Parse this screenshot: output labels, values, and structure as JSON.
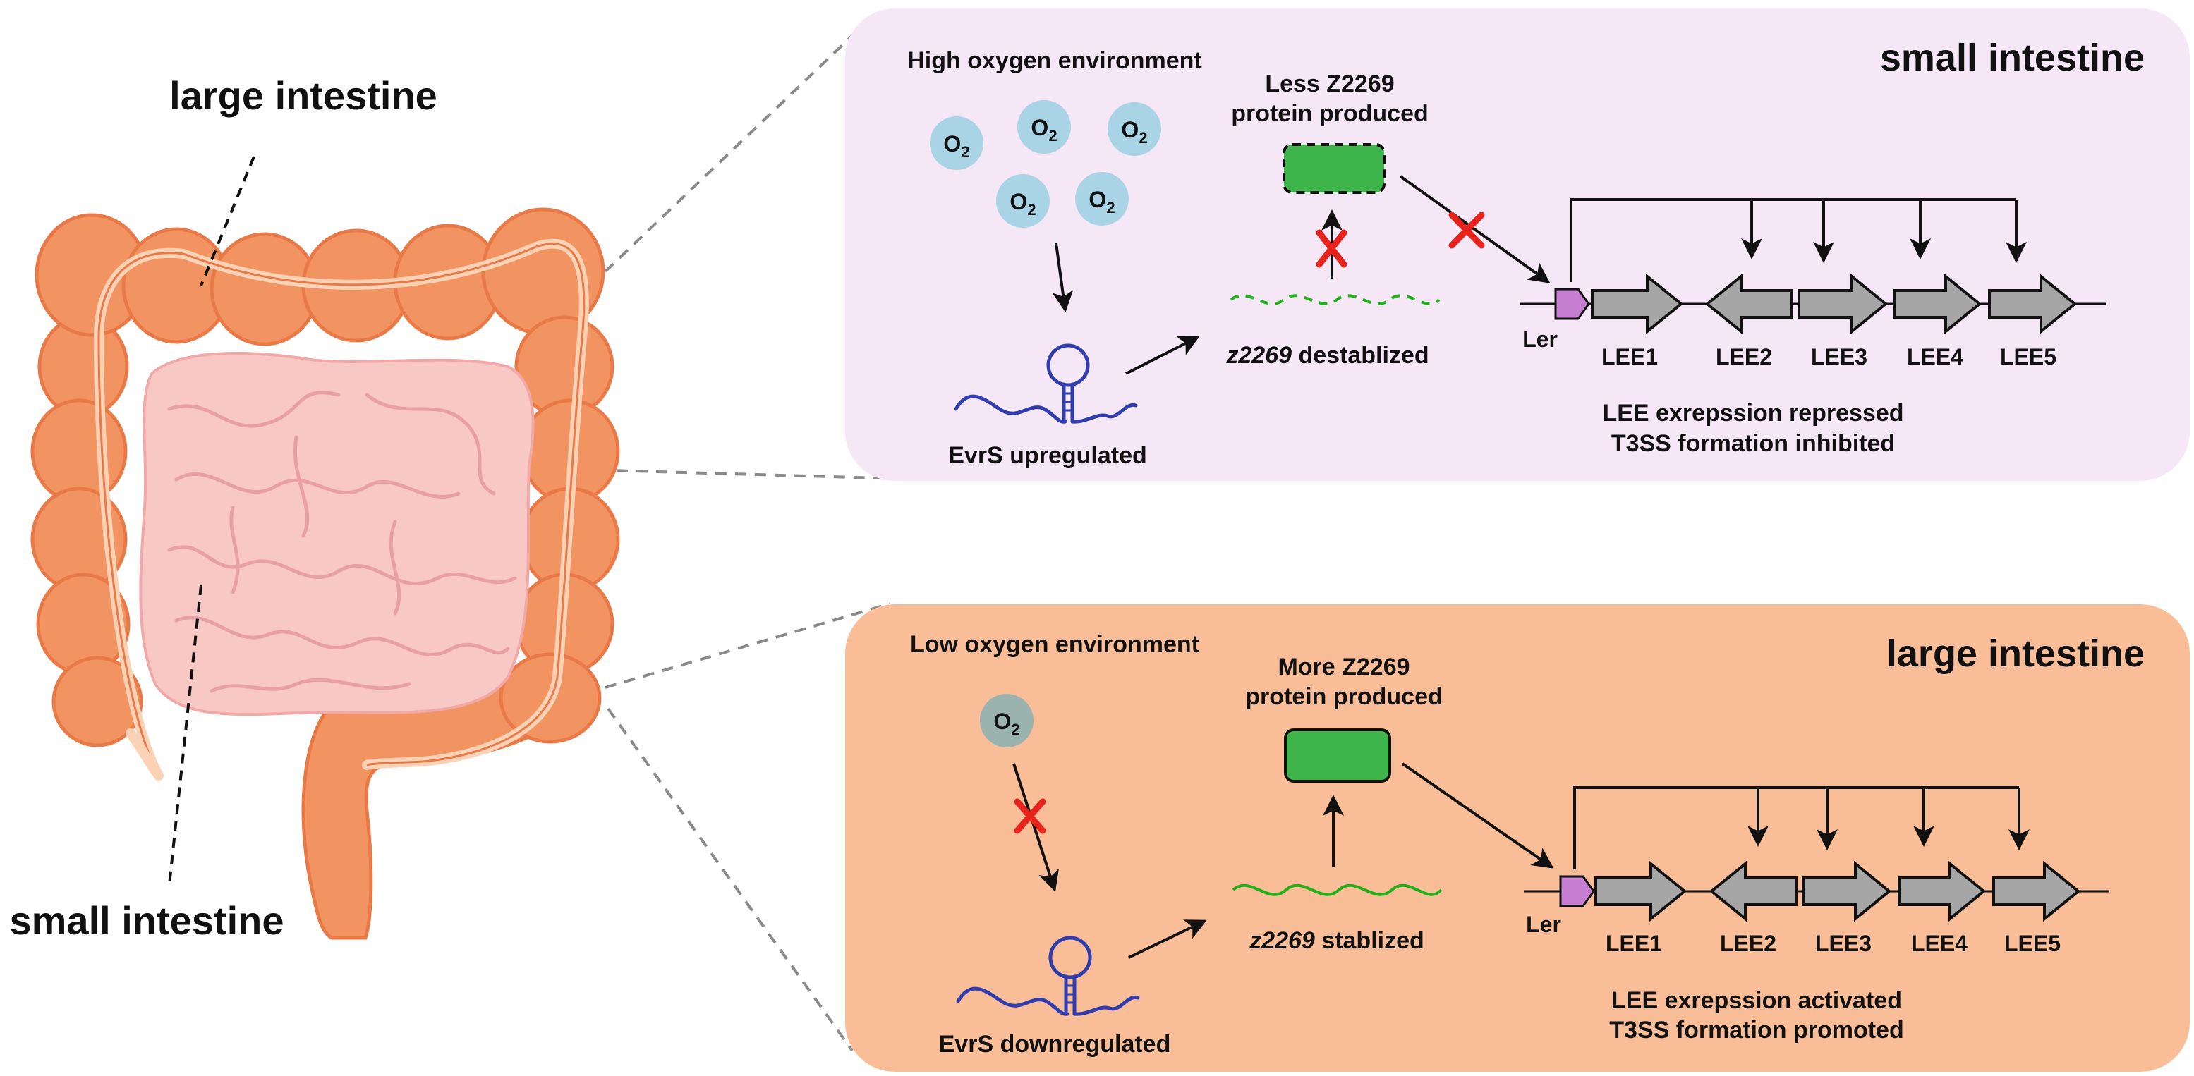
{
  "colors": {
    "small_panel_bg": "#f6e7f7",
    "large_panel_bg": "#f9bd97",
    "oxygen_high": "#a8d4e6",
    "oxygen_low": "#9ab3ae",
    "rna": "#2f3dae",
    "mrna_green": "#1fb11a",
    "protein_green": "#3db54a",
    "ler_purple": "#c77fd1",
    "gene_grey": "#a6a6a6",
    "block_red": "#e8231b",
    "colon_orange": "#f29462",
    "small_intestine_pink": "#f8c8c5"
  },
  "anatomy": {
    "large_label": "large intestine",
    "small_label": "small intestine"
  },
  "small_panel": {
    "title": "small intestine",
    "env_label": "High oxygen environment",
    "oxygen": [
      "O",
      "O",
      "O",
      "O",
      "O"
    ],
    "oxygen_sub": "2",
    "protein_label_1": "Less Z2269",
    "protein_label_2": "protein produced",
    "mrna_italic": "z2269",
    "mrna_rest": " destablized",
    "rna_label": "EvrS upregulated",
    "ler": "Ler",
    "genes": [
      "LEE1",
      "LEE2",
      "LEE3",
      "LEE4",
      "LEE5"
    ],
    "outcome_1": "LEE exrepssion repressed",
    "outcome_2": "T3SS formation inhibited"
  },
  "large_panel": {
    "title": "large intestine",
    "env_label": "Low oxygen environment",
    "oxygen": [
      "O"
    ],
    "oxygen_sub": "2",
    "protein_label_1": "More Z2269",
    "protein_label_2": "protein produced",
    "mrna_italic": "z2269",
    "mrna_rest": " stablized",
    "rna_label": "EvrS downregulated",
    "ler": "Ler",
    "genes": [
      "LEE1",
      "LEE2",
      "LEE3",
      "LEE4",
      "LEE5"
    ],
    "outcome_1": "LEE exrepssion activated",
    "outcome_2": "T3SS formation promoted"
  }
}
